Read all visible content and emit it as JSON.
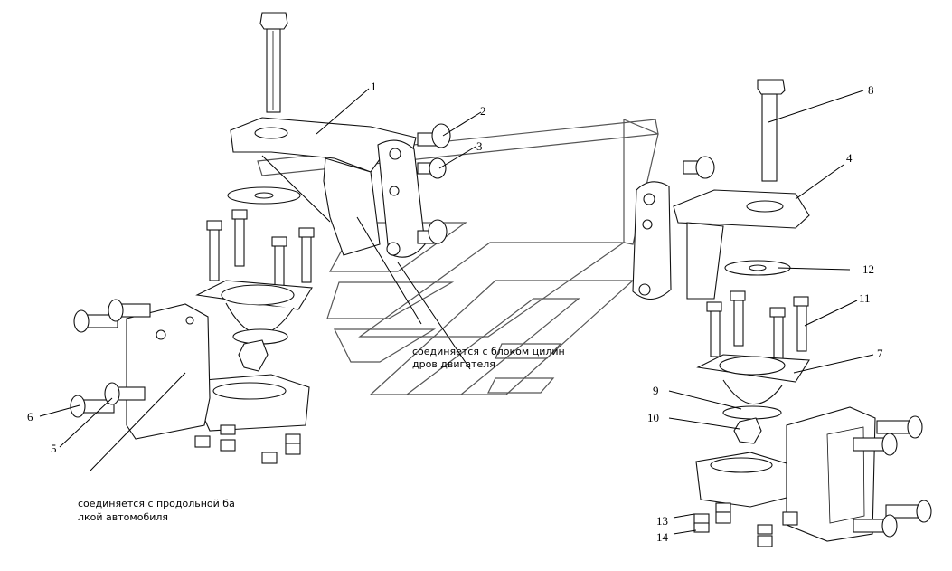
{
  "callouts": [
    "1",
    "2",
    "3",
    "4",
    "5",
    "6",
    "7",
    "8",
    "9",
    "10",
    "11",
    "12",
    "13",
    "14"
  ],
  "notes": {
    "engine_line1": "соединяется с блоком цилин",
    "engine_line2": "дров двигателя",
    "frame_line1": "соединяется с продольной ба",
    "frame_line2": "лкой автомобиля"
  }
}
